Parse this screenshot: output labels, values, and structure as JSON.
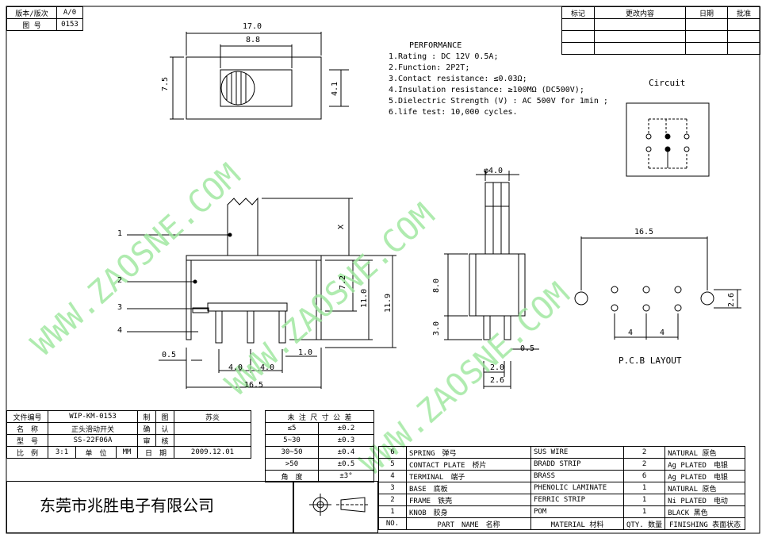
{
  "title_block": {
    "version_label": "版本/版次",
    "version_value": "A/0",
    "drawing_no_label": "图 号",
    "drawing_no_value": "0153"
  },
  "revision_table": {
    "headers": [
      "标记",
      "更改内容",
      "日期",
      "批准"
    ]
  },
  "performance": {
    "title": "PERFORMANCE",
    "lines": [
      "1.Rating : DC 12V 0.5A;",
      "2.Function: 2P2T;",
      "3.Contact resistance: ≤0.03Ω;",
      "4.Insulation resistance: ≥100MΩ (DC500V);",
      "5.Dielectric Strength (V) : AC 500V for 1min ;",
      "6.life test: 10,000 cycles."
    ]
  },
  "circuit_label": "Circuit",
  "pcb_label": "P.C.B LAYOUT",
  "watermark": "WWW.ZAOSNE.COM",
  "dims": {
    "top_width": "17.0",
    "top_knob": "8.8",
    "top_height": "7.5",
    "top_right": "4.1",
    "side_x": "X",
    "side_72": "7.2",
    "side_110": "11.0",
    "side_119": "11.9",
    "side_05": "0.5",
    "side_10": "1.0",
    "side_40a": "4.0",
    "side_40b": "4.0",
    "side_165": "16.5",
    "right_phi": "φ4.0",
    "right_80": "8.0",
    "right_30": "3.0",
    "right_05": "0.5",
    "right_20": "2.0",
    "right_26": "2.6",
    "pcb_165": "16.5",
    "pcb_26": "2.6",
    "pcb_4a": "4",
    "pcb_4b": "4",
    "callouts": [
      "1",
      "2",
      "3",
      "4"
    ]
  },
  "info_table": {
    "rows": [
      [
        "文件编号",
        "WIP-KM-0153",
        "制",
        "图",
        "苏炎"
      ],
      [
        "名　称",
        "正头滑动开关",
        "确",
        "认",
        ""
      ],
      [
        "型　号",
        "SS-22F06A",
        "审",
        "核",
        ""
      ]
    ],
    "scale_label": "比　例",
    "scale_value": "3:1",
    "unit_label": "单　位",
    "unit_value": "MM",
    "date_label": "日　期",
    "date_value": "2009.12.01"
  },
  "tolerance": {
    "title": "未 注 尺 寸 公 差",
    "rows": [
      [
        "≤5",
        "±0.2"
      ],
      [
        "5~30",
        "±0.3"
      ],
      [
        "30~50",
        "±0.4"
      ],
      [
        ">50",
        "±0.5"
      ],
      [
        "角　度",
        "±3°"
      ]
    ]
  },
  "bom": {
    "headers": [
      "NO.",
      "PART　NAME　名称",
      "MATERIAL 材料",
      "QTY. 数量",
      "FINISHING 表面状态"
    ],
    "rows": [
      [
        "6",
        "SPRING　弹弓",
        "SUS WIRE",
        "2",
        "NATURAL 原色"
      ],
      [
        "5",
        "CONTACT PLATE　桥片",
        "BRADD STRIP",
        "2",
        "Ag PLATED　电银"
      ],
      [
        "4",
        "TERMINAL　端子",
        "BRASS",
        "6",
        "Ag PLATED　电银"
      ],
      [
        "3",
        "BASE　底板",
        "PHENOLIC LAMINATE",
        "1",
        "NATURAL 原色"
      ],
      [
        "2",
        "FRAME　铁壳",
        "FERRIC STRIP",
        "1",
        "Ni PLATED　电动"
      ],
      [
        "1",
        "KNOB　胶身",
        "POM",
        "1",
        "BLACK 黑色"
      ]
    ]
  },
  "company": "东莞市兆胜电子有限公司"
}
